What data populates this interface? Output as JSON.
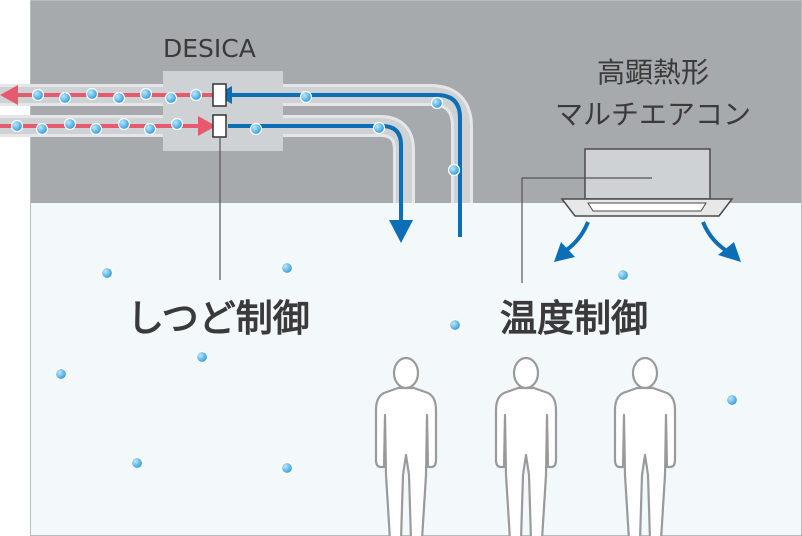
{
  "labels": {
    "desica": "DESICA",
    "aircon_line1": "高顕熱形",
    "aircon_line2": "マルチエアコン",
    "humidity_control": "しつど制御",
    "temperature_control": "温度制御"
  },
  "colors": {
    "ceiling": "#a7aaad",
    "room": "#f3f8fb",
    "frame": "#b9bcbf",
    "duct": "#cfd2d4",
    "duct_outline": "#e4e6e7",
    "blue_arrow": "#0c6fb6",
    "red_arrow": "#e55a6c",
    "droplet": "#3aa7df",
    "person_outline": "#9a9a9a",
    "label_text": "#3a3a3a"
  },
  "icons": {
    "droplet": "water-droplet-icon",
    "person": "person-icon",
    "aircon": "ceiling-cassette-aircon-icon"
  }
}
